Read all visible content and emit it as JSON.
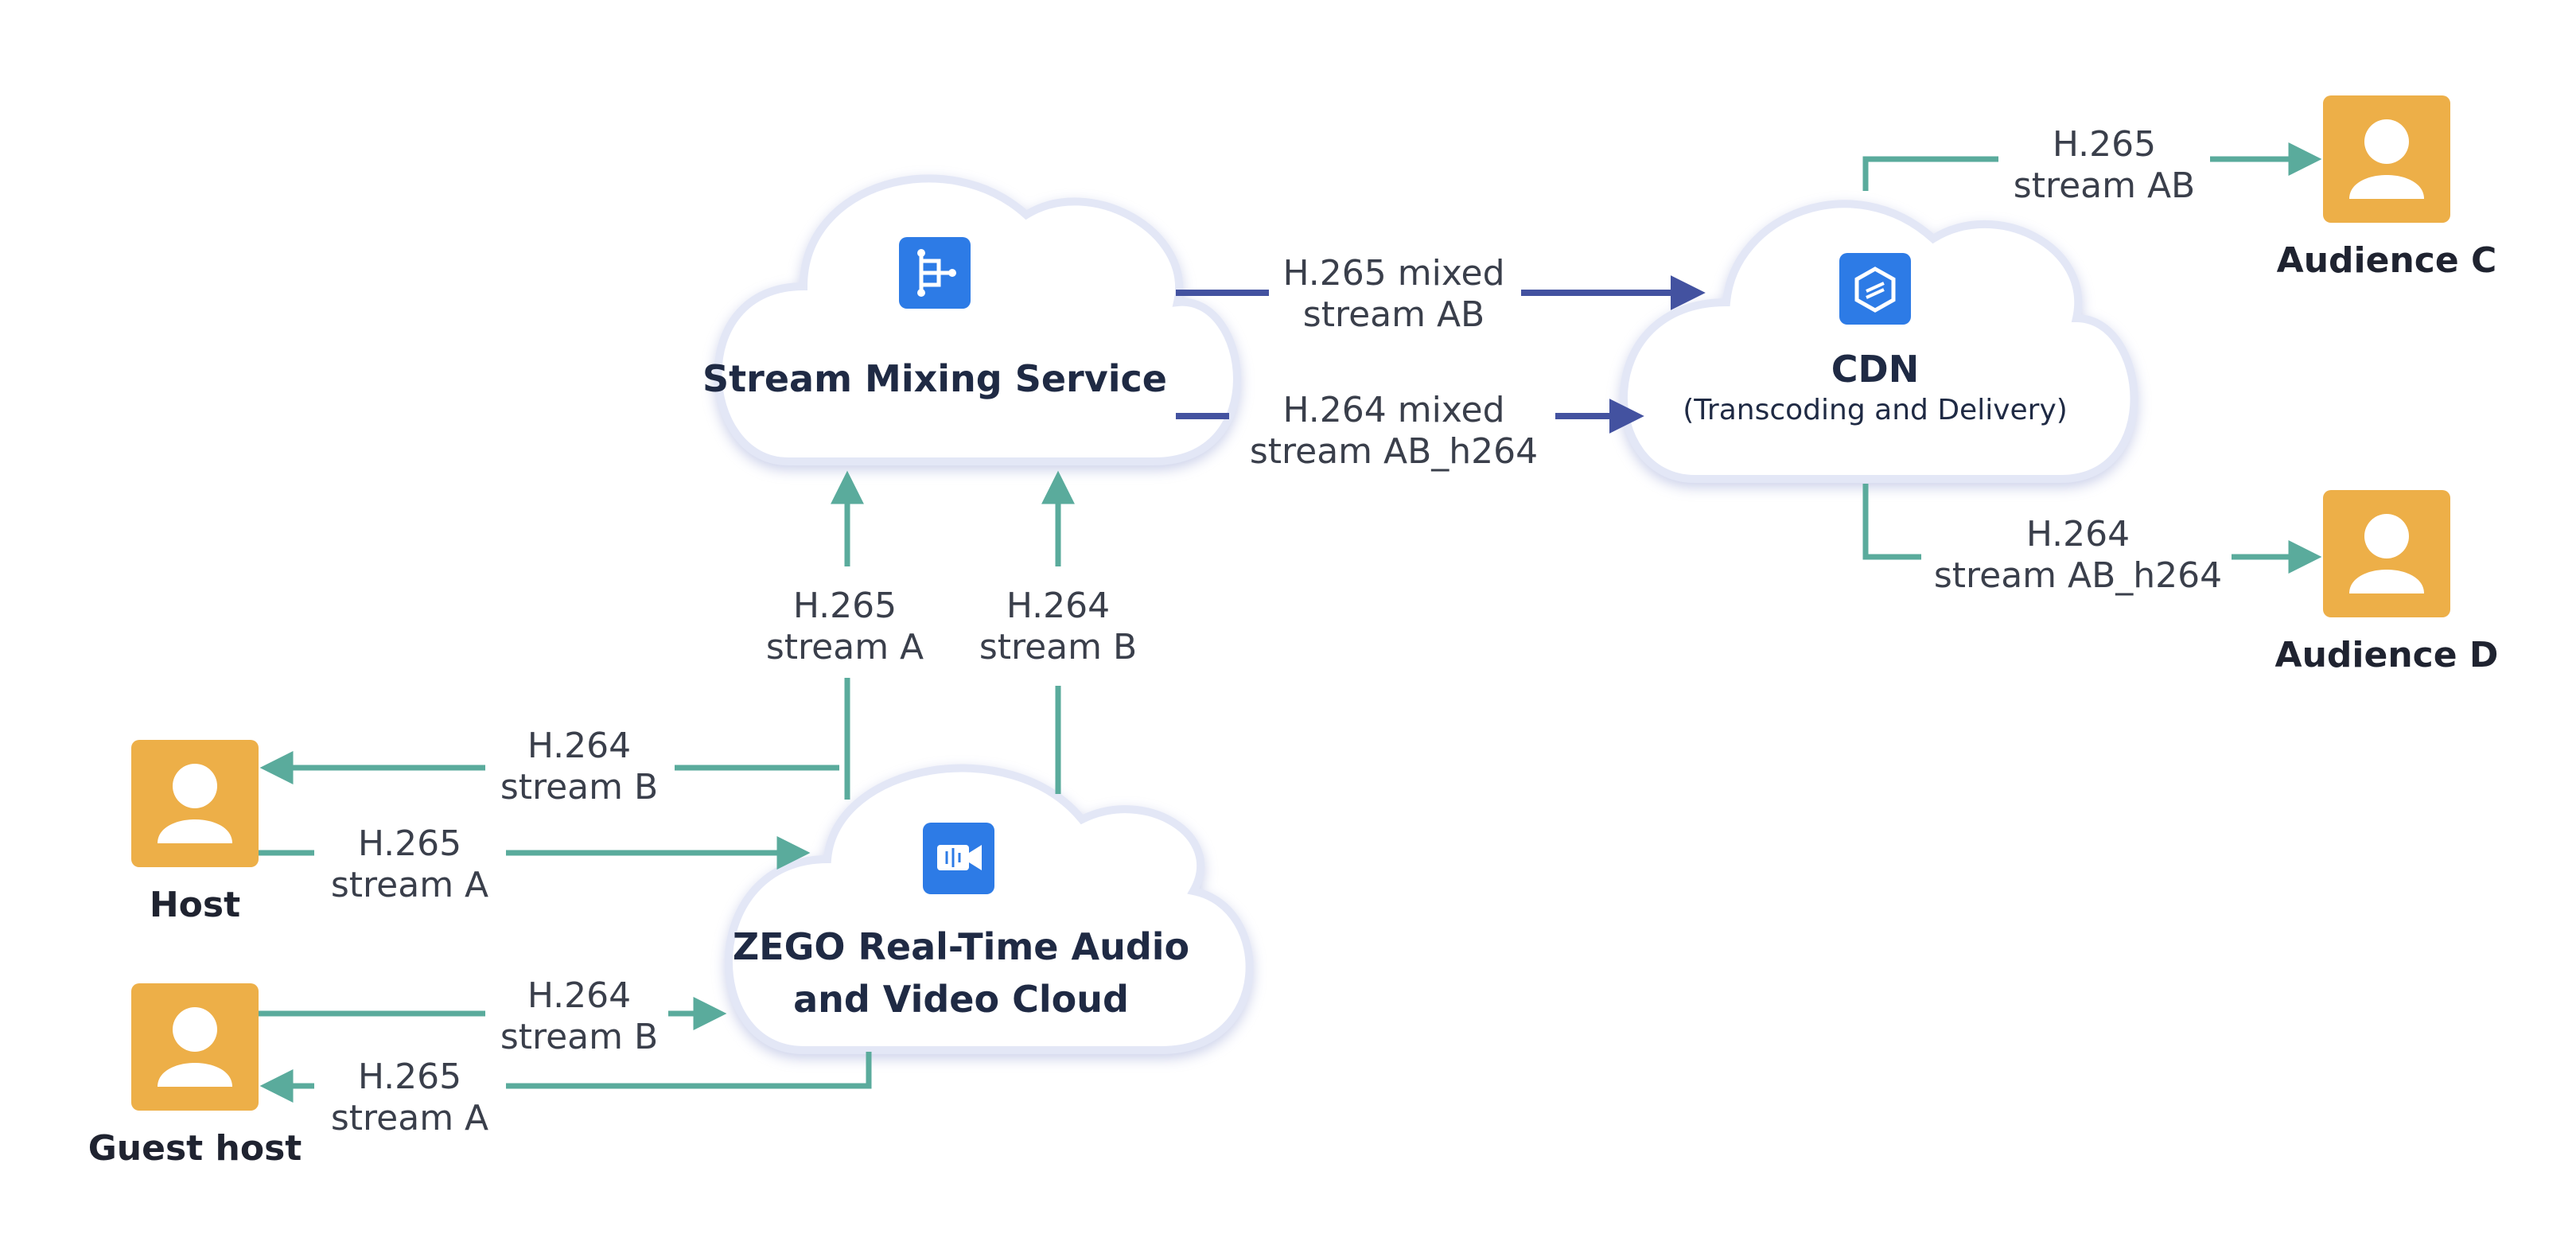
{
  "nodes": {
    "mixing": {
      "title": "Stream Mixing Service"
    },
    "cdn": {
      "title": "CDN",
      "subtitle": "(Transcoding and Delivery)"
    },
    "zego": {
      "line1": "ZEGO Real-Time Audio",
      "line2": "and Video Cloud"
    }
  },
  "people": {
    "host": "Host",
    "guest": "Guest host",
    "audience_c": "Audience C",
    "audience_d": "Audience D"
  },
  "edges": {
    "up_a": [
      "H.265",
      "stream A"
    ],
    "up_b": [
      "H.264",
      "stream B"
    ],
    "to_host": [
      "H.264",
      "stream B"
    ],
    "host_out": [
      "H.265",
      "stream A"
    ],
    "guest_out": [
      "H.264",
      "stream B"
    ],
    "to_guest": [
      "H.265",
      "stream A"
    ],
    "mixed_265": [
      "H.265 mixed",
      "stream AB"
    ],
    "mixed_264": [
      "H.264 mixed",
      "stream AB_h264"
    ],
    "to_c": [
      "H.265",
      "stream AB"
    ],
    "to_d": [
      "H.264",
      "stream AB_h264"
    ]
  },
  "colors": {
    "teal": "#5aab9c",
    "navy": "#4352a0",
    "person": "#edaf48",
    "icon": "#2d7be6"
  },
  "icons": {
    "mixing": "branch-icon",
    "cdn": "cdn-icon",
    "zego": "video-camera-icon",
    "person": "user-icon"
  }
}
